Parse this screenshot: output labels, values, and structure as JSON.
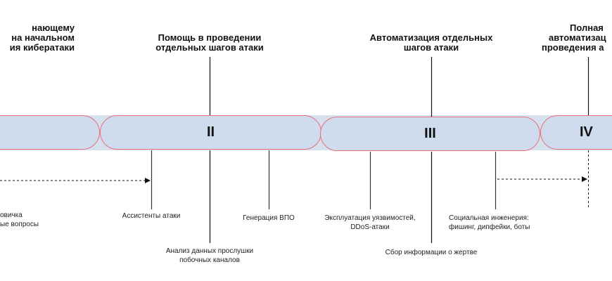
{
  "stages": [
    {
      "numeral": "",
      "title_lines": [
        "нающему",
        "на начальном",
        "ия кибератаки"
      ]
    },
    {
      "numeral": "II",
      "title_lines": [
        "Помощь в проведении",
        "отдельных шагов атаки"
      ]
    },
    {
      "numeral": "III",
      "title_lines": [
        "Автоматизация отдельных",
        "шагов атаки"
      ]
    },
    {
      "numeral": "IV",
      "title_lines": [
        "Полная",
        "автоматизац",
        "проведения а"
      ]
    }
  ],
  "labels": {
    "novice": [
      "овичка",
      "ые вопросы"
    ],
    "assistants": "Ассистенты атаки",
    "malware_gen": "Генерация ВПО",
    "side_channel": [
      "Анализ данных прослушки",
      "побочных каналов"
    ],
    "exploitation": [
      "Эксплуатация уязвимостей,",
      "DDoS-атаки"
    ],
    "recon": "Сбор информации о жертве",
    "social": [
      "Социальная инженерия:",
      "фишинг, дипфейки, боты"
    ]
  },
  "colors": {
    "band": "#cfdcee",
    "pill_border": "#e8707a"
  }
}
